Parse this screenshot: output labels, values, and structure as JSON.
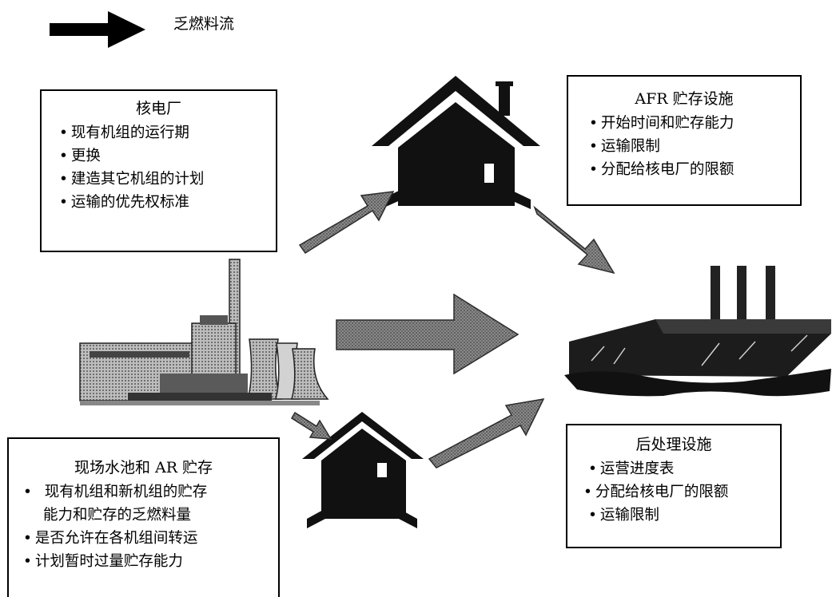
{
  "legend": {
    "label": "乏燃料流"
  },
  "boxes": {
    "npp": {
      "title": "核电厂",
      "items": [
        "现有机组的运行期",
        "更换",
        "建造其它机组的计划",
        "运输的优先权标准"
      ]
    },
    "afr": {
      "title": "AFR 贮存设施",
      "items": [
        "开始时间和贮存能力",
        "运输限制",
        "分配给核电厂的限额"
      ]
    },
    "onsite": {
      "title": "现场水池和 AR 贮存",
      "items": [
        "现有机组和新机组的贮存",
        "能力和贮存的乏燃料量",
        "是否允许在各机组间转运",
        "计划暂时过量贮存能力"
      ]
    },
    "reproc": {
      "title": "后处理设施",
      "items": [
        "运营进度表",
        "分配给核电厂的限额",
        "运输限制"
      ]
    }
  },
  "colors": {
    "arrow_fill": "#7a7a7a",
    "arrow_dark": "#000000",
    "house": "#111111"
  }
}
